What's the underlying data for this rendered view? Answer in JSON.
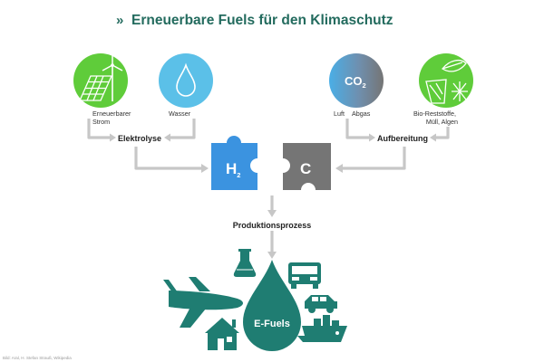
{
  "title": "Erneuerbare Fuels für den Klimaschutz",
  "title_marker": "»",
  "inputs_left": [
    {
      "label_lines": [
        "Erneuerbarer",
        "Strom"
      ],
      "icon": "solar-panel-wind-turbine-icon",
      "color": "#5fcc3a"
    },
    {
      "label_lines": [
        "Wasser"
      ],
      "icon": "water-drop-icon",
      "color": "#5bc0e8"
    }
  ],
  "inputs_right": [
    {
      "label_lines": [
        "Luft"
      ],
      "icon": "co2-icon",
      "color": "#4aaee6"
    },
    {
      "label_lines": [
        "Abgas"
      ]
    },
    {
      "label_lines": [
        "Bio-Reststoffe,",
        "Müll, Algen"
      ],
      "icon": "biowaste-icon",
      "color": "#5fcc3a"
    }
  ],
  "co2": {
    "main": "CO",
    "sub": "2"
  },
  "process_left": "Elektrolyse",
  "process_right": "Aufbereitung",
  "puzzle": {
    "h2": {
      "main": "H",
      "sub": "2",
      "color": "#3b93e0"
    },
    "c": {
      "label": "C",
      "color": "#757575"
    }
  },
  "production": "Produktionsprozess",
  "product": {
    "label": "E-Fuels",
    "color": "#1f7d72"
  },
  "applications": [
    "flask-icon",
    "truck-icon",
    "car-icon",
    "ship-icon",
    "airplane-icon",
    "house-icon"
  ],
  "footer": "Bild: Aral, H. Stefan Strauß, Wikipedia"
}
